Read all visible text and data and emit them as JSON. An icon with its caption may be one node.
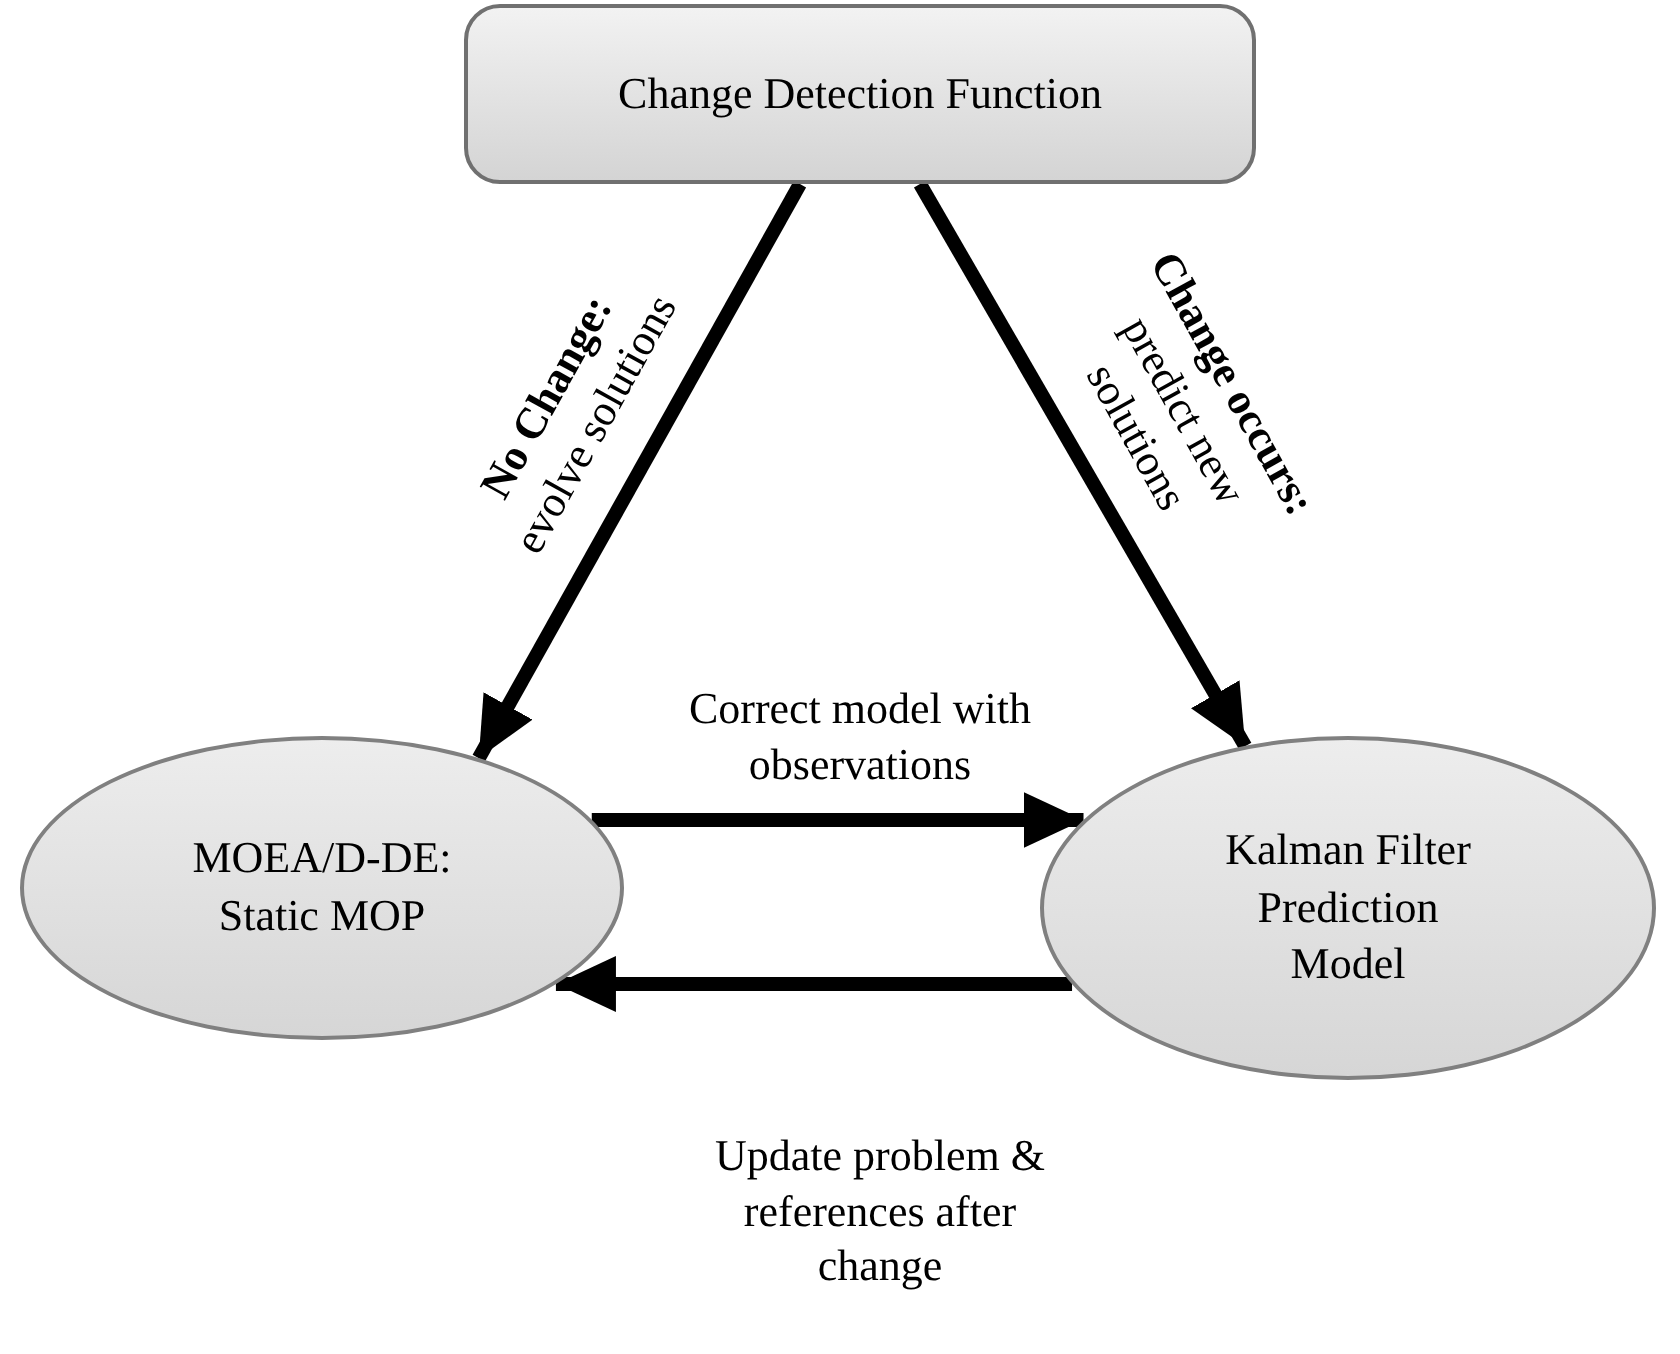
{
  "diagram": {
    "nodes": [
      {
        "text": [
          "Change Detection Function"
        ]
      },
      {
        "text": [
          "MOEA/D-DE: Static MOP"
        ]
      },
      {
        "text": [
          "Kalman Filter Prediction Model"
        ]
      }
    ],
    "edges": [
      {
        "from": 0,
        "to": 1,
        "arrow": "to",
        "label": "**No Change:** evolve solutions"
      },
      {
        "from": 0,
        "to": 2,
        "arrow": "to",
        "label": "**Change occurs:** predict new solutions"
      },
      {
        "from": 1,
        "to": 2,
        "arrow": "to",
        "label": "Correct model with observations"
      },
      {
        "from": 2,
        "to": 1,
        "arrow": "to",
        "label": "Update problem & references after change"
      }
    ]
  }
}
